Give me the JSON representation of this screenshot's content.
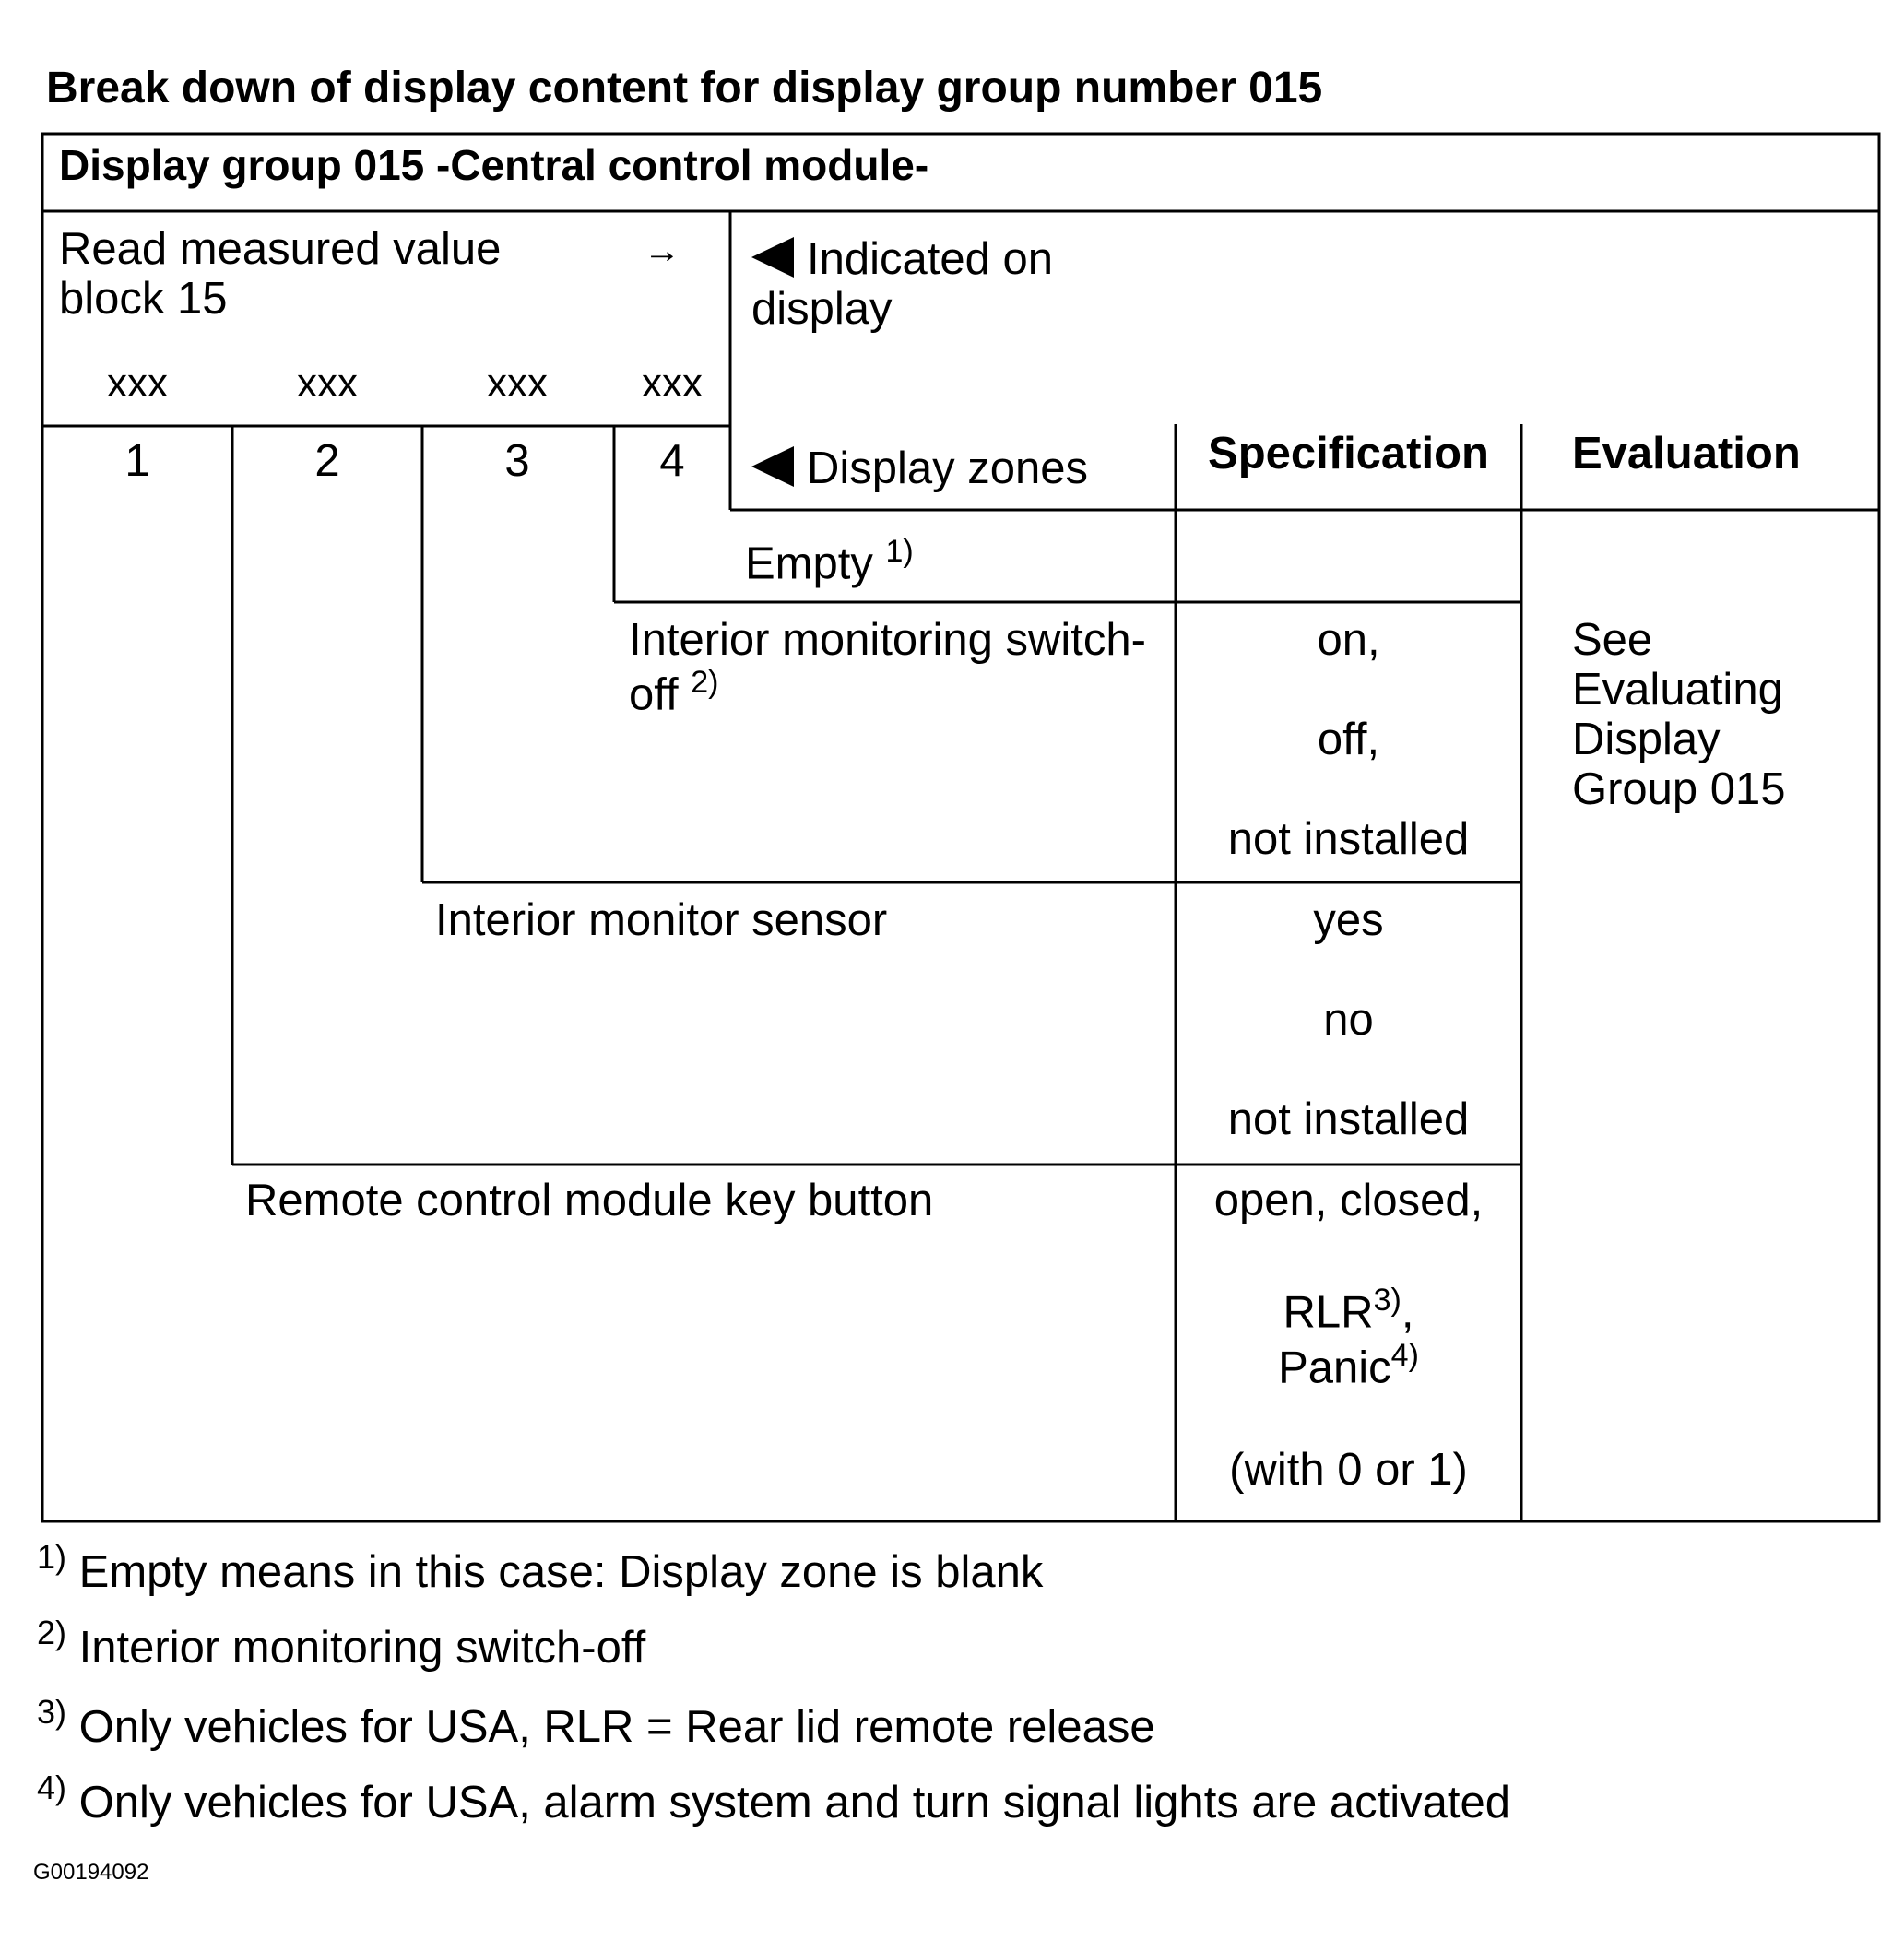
{
  "title": "Break down of display content for display group number 015",
  "table": {
    "group_header": "Display group 015 -Central control module-",
    "read_block_line1": "Read measured value",
    "read_block_line2": "block 15",
    "arrow": "→",
    "indicated_line1": "Indicated on",
    "indicated_line2": "display",
    "xxx": [
      "xxx",
      "xxx",
      "xxx",
      "xxx"
    ],
    "zone_numbers": [
      "1",
      "2",
      "3",
      "4"
    ],
    "display_zones": "Display zones",
    "specification_header": "Specification",
    "evaluation_header": "Evaluation",
    "rows": {
      "empty": {
        "label": "Empty",
        "sup": "1)"
      },
      "switch_off": {
        "label_line1": "Interior monitoring switch-",
        "label_line2": "off",
        "sup": "2)",
        "spec": [
          "on,",
          "off,",
          "not installed"
        ]
      },
      "sensor": {
        "label": "Interior monitor sensor",
        "spec": [
          "yes",
          "no",
          "not installed"
        ]
      },
      "remote": {
        "label": "Remote control module key button",
        "spec_line1": "open, closed,",
        "rlr": "RLR",
        "rlr_sup": "3)",
        "rlr_after": ",",
        "panic": "Panic",
        "panic_sup": "4)",
        "spec_line4": "(with 0 or 1)"
      }
    },
    "evaluation_text": [
      "See",
      "Evaluating",
      "Display",
      "Group 015"
    ]
  },
  "footnotes": [
    {
      "mark": "1)",
      "text": "Empty means in this case: Display zone is blank"
    },
    {
      "mark": "2)",
      "text": "Interior monitoring switch-off"
    },
    {
      "mark": "3)",
      "text": "Only vehicles for USA, RLR = Rear lid remote release"
    },
    {
      "mark": "4)",
      "text": "Only vehicles for USA, alarm system and turn signal lights are activated"
    }
  ],
  "figure_code": "G00194092"
}
